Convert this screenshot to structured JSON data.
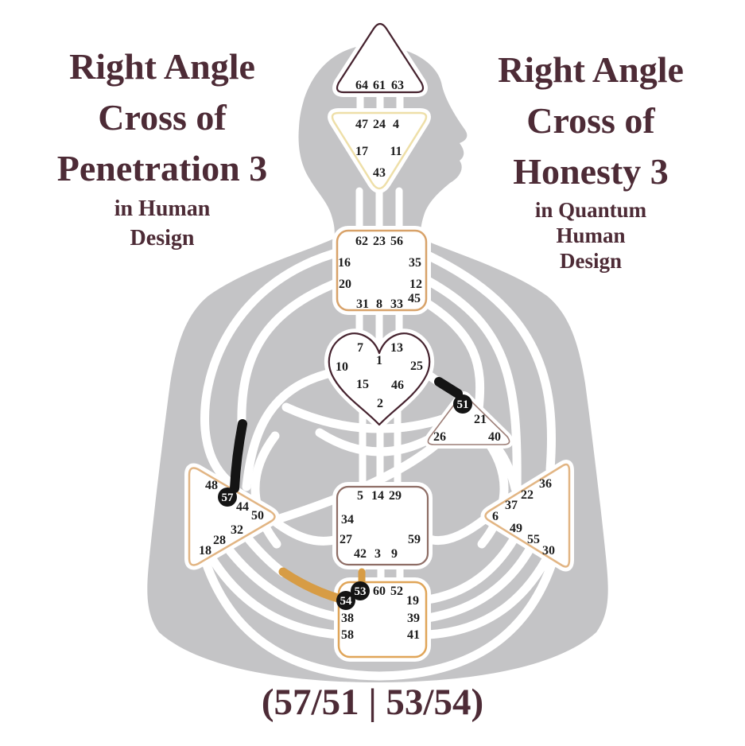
{
  "titles": {
    "left": {
      "line1": "Right Angle",
      "line2": "Cross of",
      "line3": "Penetration 3",
      "sub_line1": "in Human",
      "sub_line2": "Design"
    },
    "right": {
      "line1": "Right Angle",
      "line2": "Cross of",
      "line3": "Honesty 3",
      "sub_line1": "in Quantum",
      "sub_line2": "Human",
      "sub_line3": "Design"
    }
  },
  "cross_notation": "(57/51 | 53/54)",
  "highlighted_gates": "57, 51, 53, 54",
  "colors": {
    "title_text": "#4d2b36",
    "silhouette": "#c4c4c6",
    "channel_white": "#ffffff",
    "channel_black": "#141414",
    "channel_orange": "#d79c45",
    "head_border": "#45222e",
    "ajna_border": "#eedfa8",
    "throat_border": "#d8a269",
    "g_border": "#45222e",
    "will_border": "#9c7d76",
    "spleen_border": "#e2b583",
    "sacral_border": "#8e6d65",
    "solar_plexus_border": "#e2b583",
    "root_border": "#e0a558",
    "gate_text": "#1b1b1b",
    "highlight_bg": "#141414",
    "highlight_text": "#ffffff"
  },
  "centers": {
    "head": {
      "g64": "64",
      "g61": "61",
      "g63": "63"
    },
    "ajna": {
      "g47": "47",
      "g24": "24",
      "g4": "4",
      "g17": "17",
      "g11": "11",
      "g43": "43"
    },
    "throat": {
      "g62": "62",
      "g23": "23",
      "g56": "56",
      "g16": "16",
      "g35": "35",
      "g20": "20",
      "g12": "12",
      "g45": "45",
      "g31": "31",
      "g8": "8",
      "g33": "33"
    },
    "g_center": {
      "g7": "7",
      "g13": "13",
      "g1": "1",
      "g10": "10",
      "g25": "25",
      "g15": "15",
      "g46": "46",
      "g2": "2"
    },
    "will": {
      "g51": "51",
      "g21": "21",
      "g26": "26",
      "g40": "40"
    },
    "spleen": {
      "g48": "48",
      "g57": "57",
      "g44": "44",
      "g50": "50",
      "g32": "32",
      "g28": "28",
      "g18": "18"
    },
    "sacral": {
      "g5": "5",
      "g14": "14",
      "g29": "29",
      "g34": "34",
      "g27": "27",
      "g59": "59",
      "g42": "42",
      "g3": "3",
      "g9": "9"
    },
    "solar_plexus": {
      "g36": "36",
      "g22": "22",
      "g37": "37",
      "g6": "6",
      "g49": "49",
      "g55": "55",
      "g30": "30"
    },
    "root": {
      "g53": "53",
      "g60": "60",
      "g52": "52",
      "g54": "54",
      "g19": "19",
      "g38": "38",
      "g39": "39",
      "g58": "58",
      "g41": "41"
    }
  }
}
